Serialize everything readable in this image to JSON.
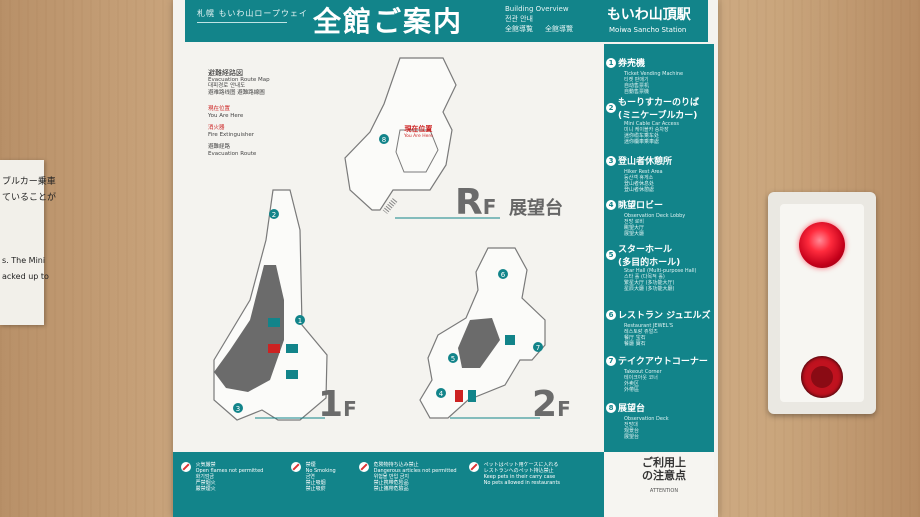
{
  "header": {
    "brand": "札幌 もいわ山ロープウェイ",
    "title": "全館ご案内",
    "subtitle_en": "Building Overview",
    "subtitle_kr": "전관 안내",
    "subtitle_cn1": "全館導覧",
    "subtitle_cn2": "全館導覽"
  },
  "station": {
    "name_jp": "もいわ山頂駅",
    "name_en": "Moiwa Sancho Station"
  },
  "legend": [
    {
      "num": "1",
      "jp": "券売機",
      "small": "Ticket Vending Machine\n티켓 판매기\n自动售票机\n自動售票機"
    },
    {
      "num": "2",
      "jp": "もーりすカーのりば\n(ミニケーブルカー)",
      "small": "Mini Cable Car Access\n미니 케이블카 승차장\n迷你缆车乘车处\n迷你纜車乘車處"
    },
    {
      "num": "3",
      "jp": "登山者休憩所",
      "small": "Hiker Rest Area\n등산객 휴게소\n登山者休息处\n登山者休憩處"
    },
    {
      "num": "4",
      "jp": "眺望ロビー",
      "small": "Observation Deck Lobby\n전망 로비\n眺望大厅\n展望大廳"
    },
    {
      "num": "5",
      "jp": "スターホール\n(多目的ホール)",
      "small": "Star Hall (Multi-purpose Hall)\n스타 홀 (다목적 홀)\n繁星大厅 (多功能大厅)\n星辰大廳 (多功能大廳)"
    },
    {
      "num": "6",
      "jp": "レストラン ジュエルズ",
      "small": "Restaurant JEWEL'S\n레스토랑 쥬얼즈\n餐厅 宝石\n餐廳 寶石"
    },
    {
      "num": "7",
      "jp": "テイクアウトコーナー",
      "small": "Takeout Corner\n테이크아웃 코너\n外卖区\n外帶區"
    },
    {
      "num": "8",
      "jp": "展望台",
      "small": "Observation Deck\n전망대\n观景台\n展望台"
    }
  ],
  "attention": {
    "title": "ご利用上\nの注意点",
    "sub": "ATTENTION"
  },
  "notices": [
    {
      "jp": "火気厳禁",
      "en": "Open flames not permitted\n화기엄금\n严禁烟火\n嚴禁煙火"
    },
    {
      "jp": "禁煙",
      "en": "No Smoking\n금연\n禁止吸烟\n禁止吸菸"
    },
    {
      "jp": "危険物持ち込み禁止",
      "en": "Dangerous articles not permitted\n위험물 반입 금지\n禁止携带危险品\n禁止攜帶危險品"
    },
    {
      "jp": "ペットはペット用ケースに入れる\nレストランへのペット持込禁止",
      "en": "Keep pets in their carry case\nNo pets allowed in restaurants"
    }
  ],
  "evacuation": {
    "title_jp": "避難経路図",
    "title_en": "Evacuation Route Map",
    "title_kr": "대피경로 안내도",
    "title_cn": "避难路线图  避難路線圖",
    "you_are_here_jp": "現在位置",
    "you_are_here_en": "You Are Here",
    "extinguisher_jp": "消火器",
    "extinguisher_en": "Fire Extinguisher",
    "route_jp": "避難経路",
    "route_en": "Evacuation Route"
  },
  "map": {
    "floors": {
      "rf": "R",
      "rf_suffix": "F",
      "rf_jp": "展望台",
      "f1": "1",
      "f1_suffix": "F",
      "f2": "2",
      "f2_suffix": "F"
    },
    "you_are_here_jp": "現在位置",
    "you_are_here_en": "You Are Here"
  },
  "left_sign": {
    "line1": "ブルカー乗車",
    "line2": "ていることが",
    "line3": "s. The Mini",
    "line4": "acked up to"
  },
  "colors": {
    "teal": "#12848a",
    "board": "#f4f3ef",
    "lamp": "#ff2b3d",
    "floor_fill": "#6b6b6b"
  }
}
